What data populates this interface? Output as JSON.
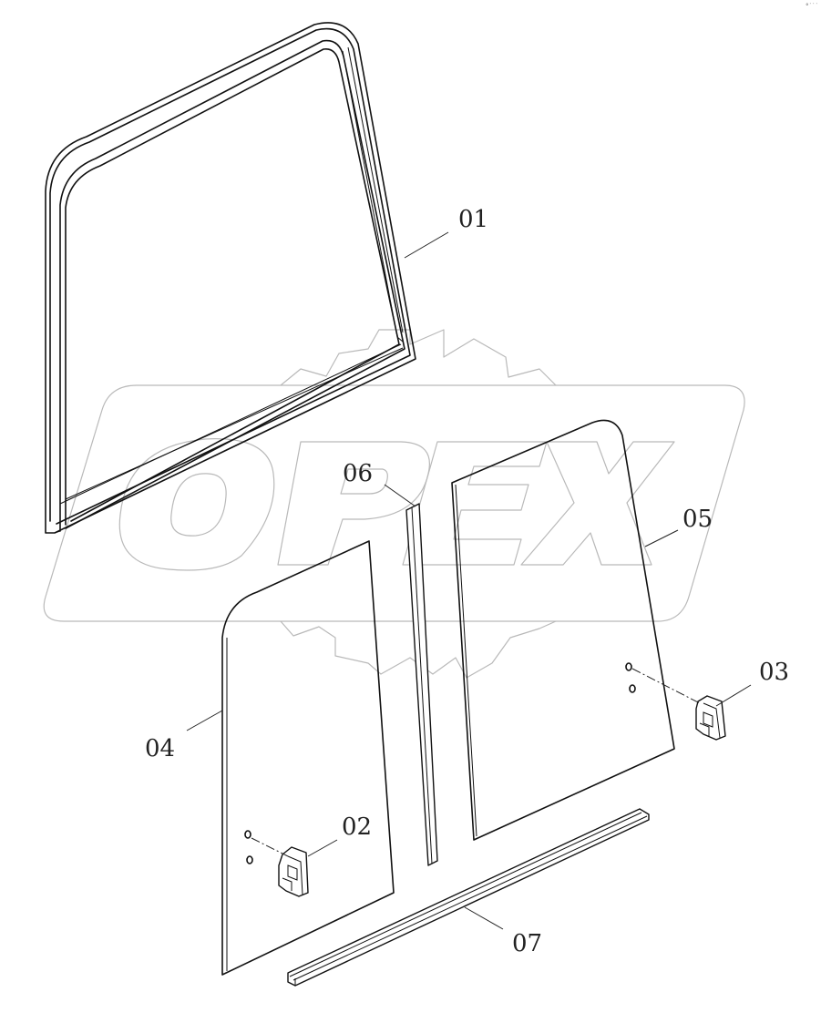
{
  "diagram": {
    "corner_mark": "°˙˙˙",
    "watermark": {
      "text": "OPEX",
      "color": "#b9b9b9"
    },
    "callouts": [
      {
        "id": "c01",
        "label": "01"
      },
      {
        "id": "c02",
        "label": "02"
      },
      {
        "id": "c03",
        "label": "03"
      },
      {
        "id": "c04",
        "label": "04"
      },
      {
        "id": "c05",
        "label": "05"
      },
      {
        "id": "c06",
        "label": "06"
      },
      {
        "id": "c07",
        "label": "07"
      }
    ],
    "colors": {
      "line": "#111111",
      "background": "#ffffff"
    }
  }
}
